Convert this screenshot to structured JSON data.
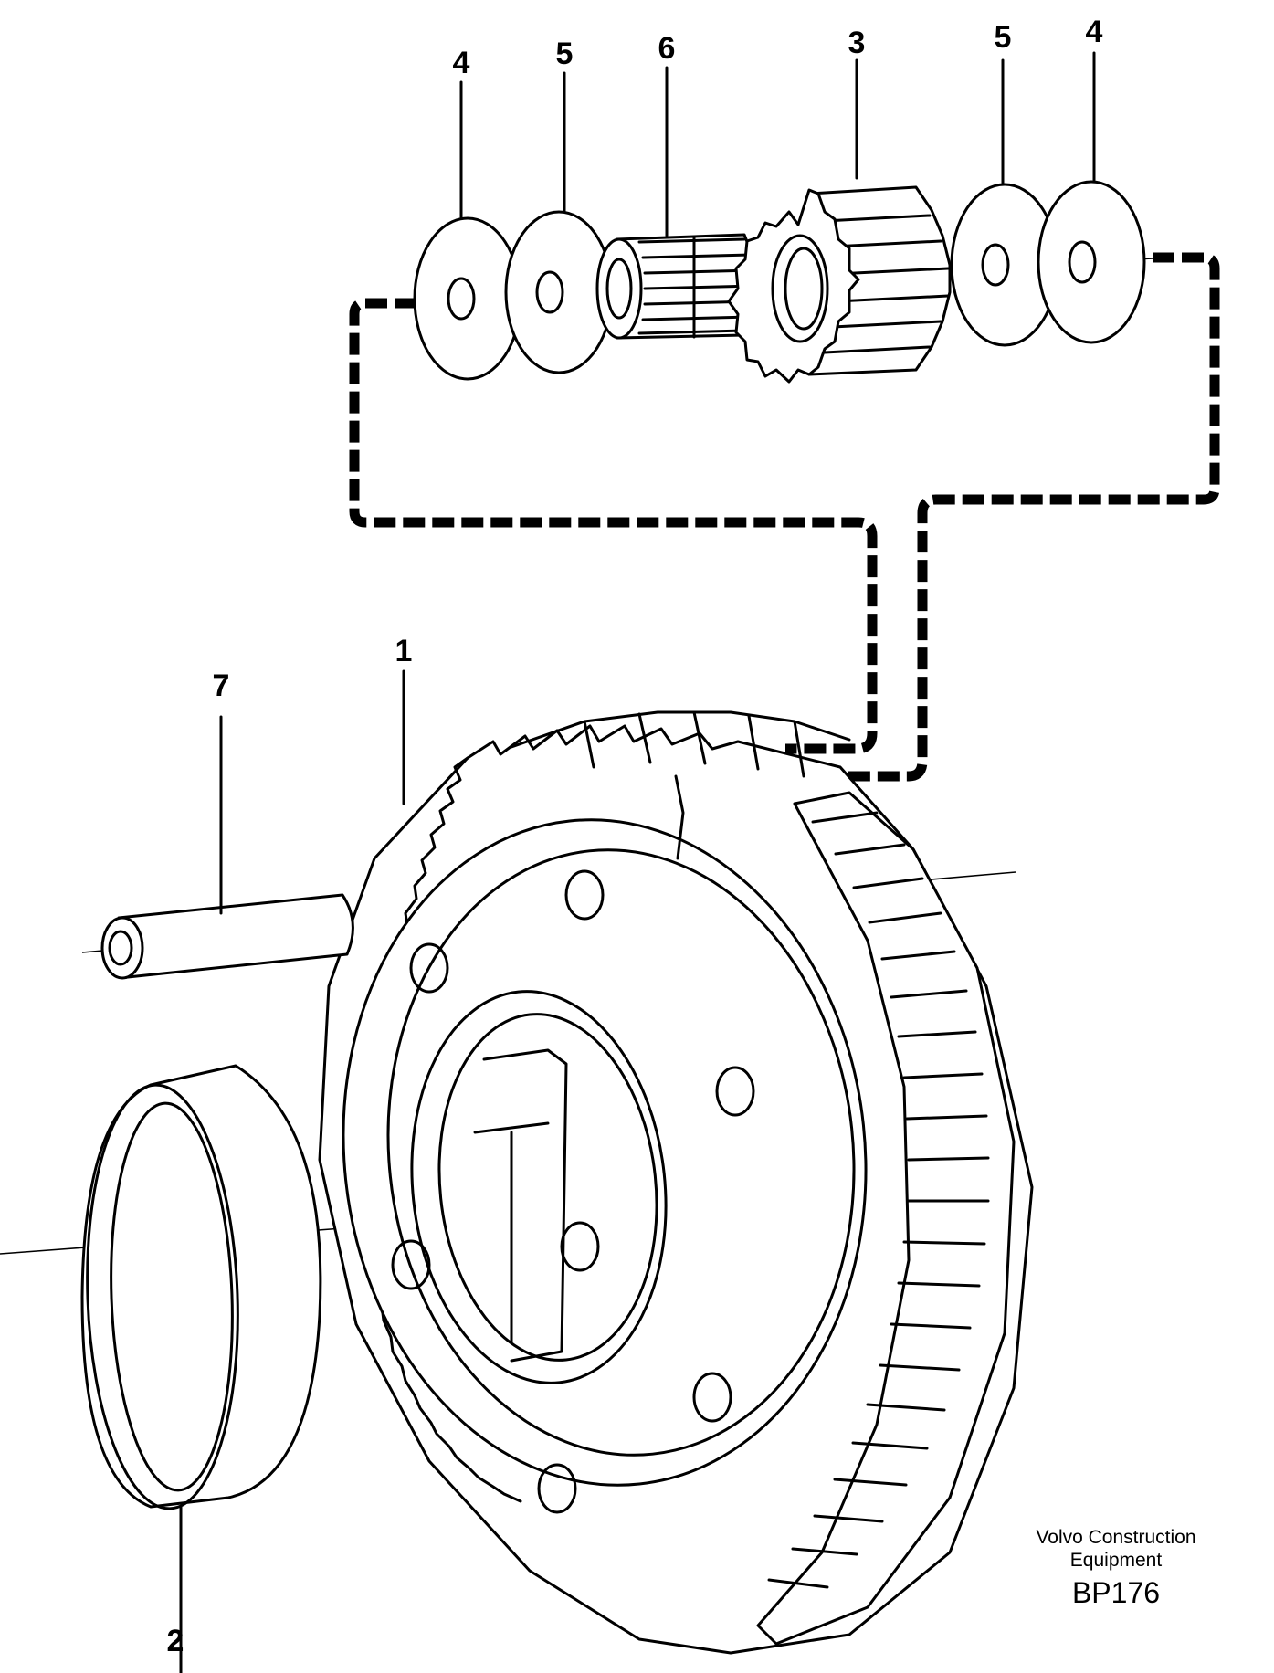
{
  "callouts": [
    "1",
    "2",
    "3",
    "4",
    "5",
    "6",
    "7",
    "4",
    "5"
  ],
  "credit": {
    "line1": "Volvo Construction",
    "line2": "Equipment",
    "code": "BP176"
  }
}
